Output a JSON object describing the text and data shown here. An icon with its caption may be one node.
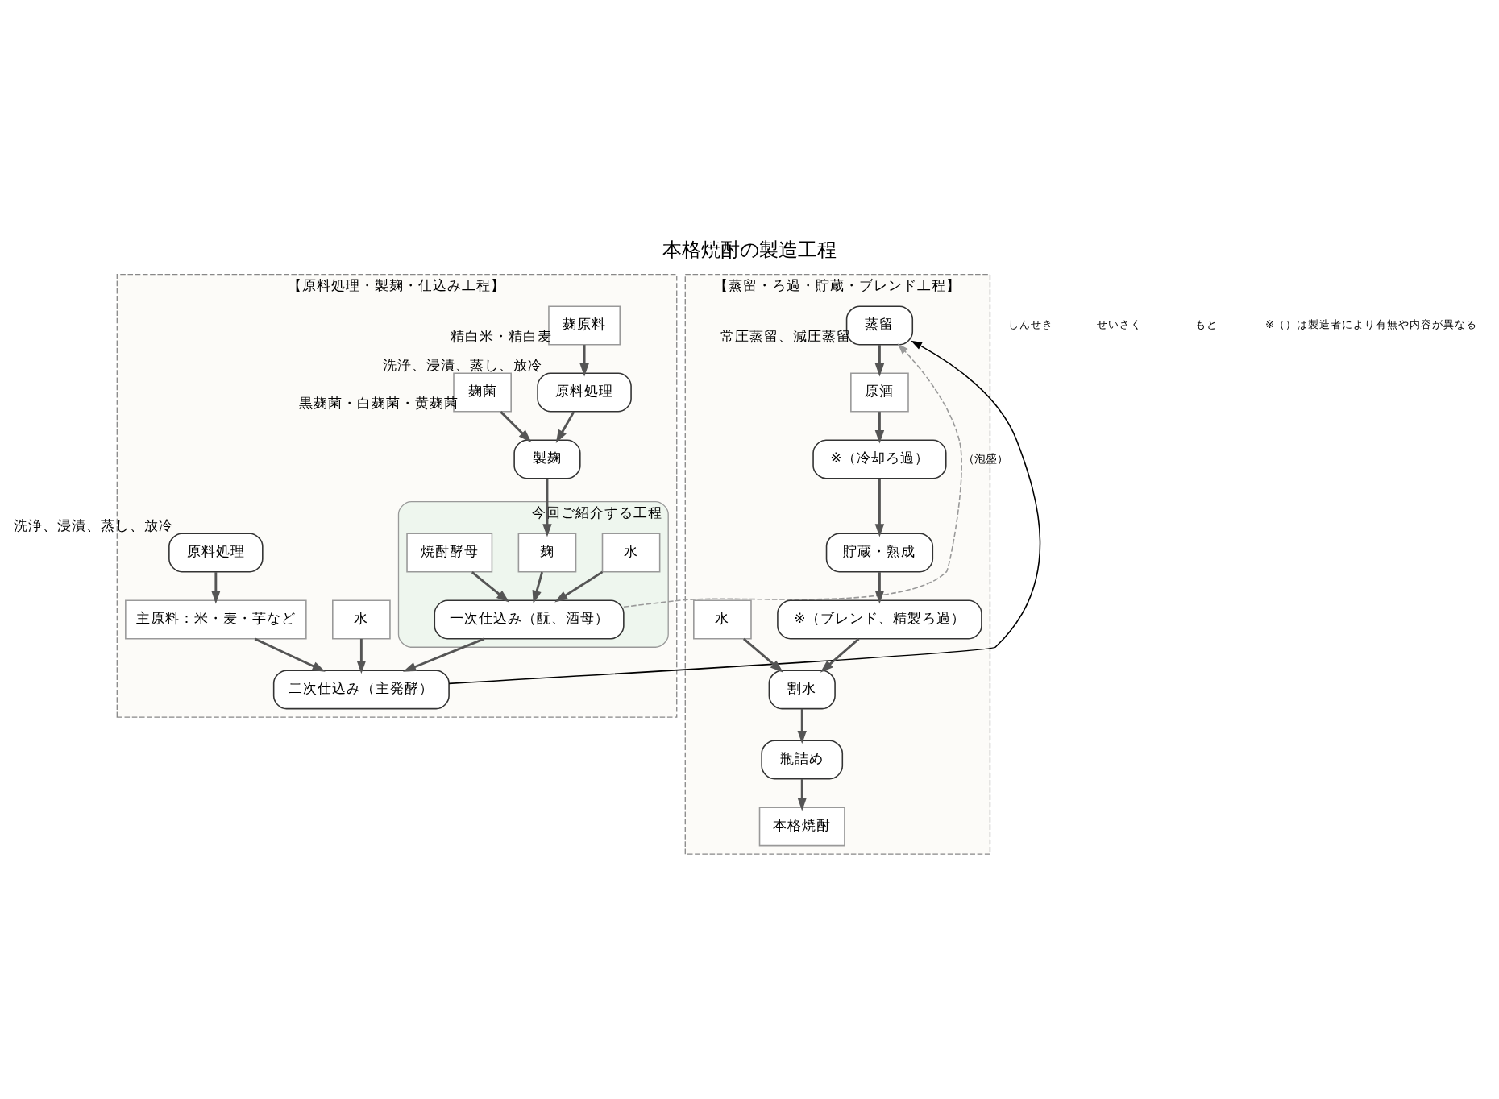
{
  "diagram": {
    "title": "本格焼酎の製造工程",
    "nodes": [
      {
        "text": [
          "【原料処理・製麹・仕込み工程】"
        ]
      },
      {
        "text": [
          "麹原料"
        ],
        "in": 0,
        "beside": [
          "精白米・精白麦"
        ]
      },
      {
        "text": [
          "原料処理"
        ],
        "in": 0,
        "beside": [
          "洗浄、浸漬、蒸し、放冷"
        ]
      },
      {
        "text": [
          "麹菌"
        ],
        "in": 0,
        "beside": [
          "黒麹菌・白麹菌・黄麹菌"
        ]
      },
      {
        "text": [
          "製麹"
        ],
        "in": 0
      },
      {
        "text": [
          "今回ご紹介する工程"
        ],
        "in": 0
      },
      {
        "text": [
          "水"
        ],
        "in": 5
      },
      {
        "text": [
          "麹"
        ],
        "in": 5
      },
      {
        "text": [
          "焼酎酵母"
        ],
        "in": 5
      },
      {
        "text": [
          "一次仕込み（酛、酒母）"
        ],
        "in": 5
      },
      {
        "text": [
          "水"
        ],
        "in": 0
      },
      {
        "text": [
          "主原料：米・麦・芋など"
        ],
        "in": 0
      },
      {
        "text": [
          "原料処理"
        ],
        "in": 0,
        "beside": [
          "洗浄、浸漬、蒸し、放冷"
        ]
      },
      {
        "text": [
          "二次仕込み（主発酵）"
        ],
        "in": 0
      },
      {
        "text": [
          "【蒸留・ろ過・貯蔵・ブレンド工程】"
        ]
      },
      {
        "text": [
          "蒸留"
        ],
        "in": 14,
        "beside": [
          "常圧蒸留、減圧蒸留"
        ]
      },
      {
        "text": [
          "原酒"
        ],
        "in": 14
      },
      {
        "text": [
          "※（冷却ろ過）"
        ],
        "in": 14
      },
      {
        "text": [
          "貯蔵・熟成"
        ],
        "in": 14
      },
      {
        "text": [
          "※（ブレンド、精製ろ過）"
        ],
        "in": 14
      },
      {
        "text": [
          "水"
        ],
        "in": 14
      },
      {
        "text": [
          "割水"
        ],
        "in": 14
      },
      {
        "text": [
          "瓶詰め"
        ],
        "in": 14
      },
      {
        "text": [
          "本格焼酎"
        ],
        "in": 14
      }
    ],
    "edges": [
      {
        "from": 1,
        "to": 2,
        "arrow": "to"
      },
      {
        "from": 2,
        "to": 4,
        "arrow": "to"
      },
      {
        "from": 3,
        "to": 4,
        "arrow": "to"
      },
      {
        "from": 4,
        "to": 7,
        "arrow": "to"
      },
      {
        "from": 6,
        "to": 9,
        "arrow": "to"
      },
      {
        "from": 7,
        "to": 9,
        "arrow": "to"
      },
      {
        "from": 8,
        "to": 9,
        "arrow": "to"
      },
      {
        "from": 9,
        "to": 13,
        "arrow": "to"
      },
      {
        "from": 10,
        "to": 13,
        "arrow": "to"
      },
      {
        "from": 11,
        "to": 13,
        "arrow": "to"
      },
      {
        "from": 12,
        "to": 11,
        "arrow": "to"
      },
      {
        "from": 9,
        "to": 15,
        "arrow": "to",
        "label": "（泡盛）",
        "style": "dashed",
        "color": "#999999"
      },
      {
        "from": 13,
        "to": 15,
        "arrow": "to",
        "color": "#000000"
      },
      {
        "from": 15,
        "to": 16,
        "arrow": "to"
      },
      {
        "from": 16,
        "to": 17,
        "arrow": "to"
      },
      {
        "from": 17,
        "to": 18,
        "arrow": "to"
      },
      {
        "from": 18,
        "to": 19,
        "arrow": "to"
      },
      {
        "from": 19,
        "to": 21,
        "arrow": "to"
      },
      {
        "from": 20,
        "to": 21,
        "arrow": "to"
      },
      {
        "from": 21,
        "to": 22,
        "arrow": "to"
      },
      {
        "from": 22,
        "to": 23,
        "arrow": "to"
      }
    ],
    "labels": [
      "しんせき",
      "せいさく",
      "もと",
      "※（）は製造者により有無や内容が異なる"
    ]
  }
}
